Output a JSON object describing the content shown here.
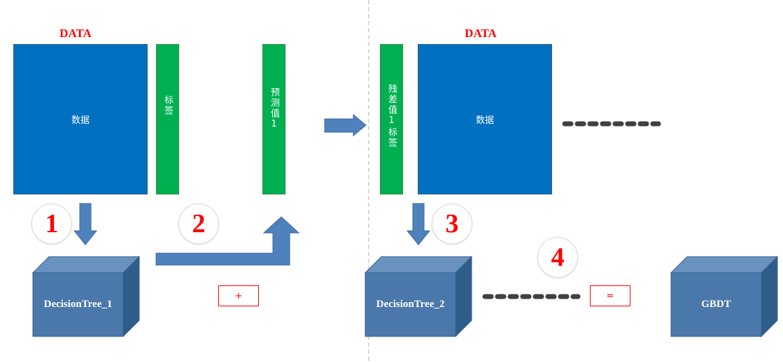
{
  "panel1": {
    "data_heading": "DATA",
    "data_box": "数据",
    "label_bar": "标签",
    "pred_bar": "预测值1",
    "tree": "DecisionTree_1",
    "step1": "1",
    "step2": "2",
    "plus": "+"
  },
  "panel2": {
    "data_heading": "DATA",
    "residual_bar": "残差值1标签",
    "data_box": "数据",
    "tree": "DecisionTree_2",
    "step3": "3",
    "step4": "4",
    "equals": "=",
    "result": "GBDT"
  },
  "colors": {
    "data_blue": "#0070c0",
    "label_green": "#00b050",
    "arrow_blue": "#4f81bd",
    "cube_blue": "#4a78ab",
    "accent_red": "#ff0000"
  }
}
